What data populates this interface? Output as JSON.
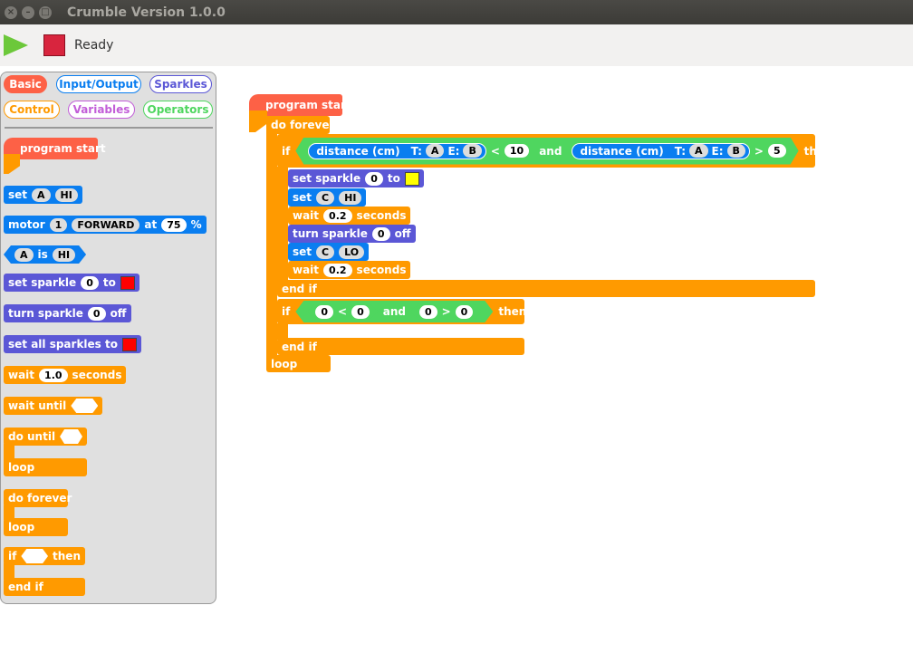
{
  "window": {
    "title": "Crumble Version 1.0.0"
  },
  "toolbar": {
    "status": "Ready"
  },
  "categories": [
    {
      "label": "Basic",
      "color": "#fd6146"
    },
    {
      "label": "Input/Output",
      "color": "#0a7ef0"
    },
    {
      "label": "Sparkles",
      "color": "#5b57d6"
    },
    {
      "label": "Control",
      "color": "#ff9a00"
    },
    {
      "label": "Variables",
      "color": "#c25ed8"
    },
    {
      "label": "Operators",
      "color": "#4fd65f"
    }
  ],
  "palette": {
    "program_start": "program start",
    "set": {
      "label": "set",
      "var": "A",
      "val": "HI"
    },
    "motor": {
      "label": "motor",
      "num": "1",
      "dir": "FORWARD",
      "at": "at",
      "speed": "75",
      "pct": "%"
    },
    "is": {
      "var": "A",
      "label": "is",
      "val": "HI"
    },
    "set_sparkle": {
      "label": "set sparkle",
      "num": "0",
      "to": "to"
    },
    "turn_sparkle": {
      "label": "turn sparkle",
      "num": "0",
      "off": "off"
    },
    "set_all": {
      "label": "set all sparkles to"
    },
    "wait": {
      "label": "wait",
      "val": "1.0",
      "unit": "seconds"
    },
    "wait_until": "wait until",
    "do_until": "do until",
    "loop": "loop",
    "do_forever": "do forever",
    "if": "if",
    "then": "then",
    "end_if": "end if"
  },
  "script": {
    "program_start": "program start",
    "do_forever": "do forever",
    "if": "if",
    "then": "then",
    "end_if": "end if",
    "loop": "loop",
    "and": "and",
    "cond1": {
      "sensor": "distance (cm)",
      "t": "T:",
      "tv": "A",
      "e": "E:",
      "ev": "B",
      "op": "<",
      "val": "10"
    },
    "cond2": {
      "sensor": "distance (cm)",
      "t": "T:",
      "tv": "A",
      "e": "E:",
      "ev": "B",
      "op": ">",
      "val": "5"
    },
    "s1": {
      "label": "set sparkle",
      "num": "0",
      "to": "to",
      "color": "#ffff00"
    },
    "s2": {
      "label": "set",
      "var": "C",
      "val": "HI"
    },
    "s3": {
      "label": "wait",
      "val": "0.2",
      "unit": "seconds"
    },
    "s4": {
      "label": "turn sparkle",
      "num": "0",
      "off": "off"
    },
    "s5": {
      "label": "set",
      "var": "C",
      "val": "LO"
    },
    "s6": {
      "label": "wait",
      "val": "0.2",
      "unit": "seconds"
    },
    "if2": {
      "a": "0",
      "op1": "<",
      "b": "0",
      "c": "0",
      "op2": ">",
      "d": "0"
    }
  }
}
